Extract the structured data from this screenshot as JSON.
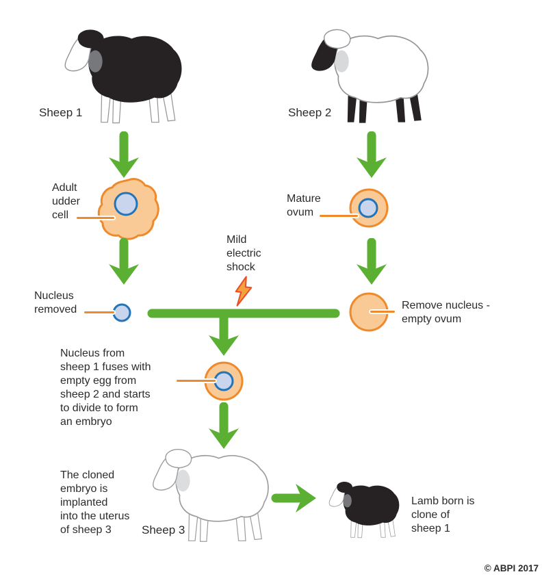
{
  "diagram": {
    "sheep1": {
      "label": "Sheep 1"
    },
    "sheep2": {
      "label": "Sheep 2"
    },
    "sheep3": {
      "label": "Sheep 3"
    },
    "adult_udder_cell": {
      "label": "Adult\nudder\ncell"
    },
    "mature_ovum": {
      "label": "Mature\novum"
    },
    "nucleus_removed": {
      "label": "Nucleus\nremoved"
    },
    "mild_electric_shock": {
      "label": "Mild\nelectric\nshock"
    },
    "empty_ovum": {
      "label": "Remove nucleus -\nempty ovum"
    },
    "fusion": {
      "label": "Nucleus from\nsheep 1 fuses with\nempty egg from\nsheep 2 and starts\nto divide to form\nan embryo"
    },
    "implantation": {
      "label": "The cloned\nembryo is\nimplanted\ninto the uterus\nof sheep 3"
    },
    "lamb": {
      "label": "Lamb born is\nclone of\nsheep 1"
    },
    "copyright": "© ABPI 2017",
    "colors": {
      "arrow_green": "#5BAF32",
      "cell_outline_orange": "#EF8A2C",
      "cell_fill_orange": "#FACA96",
      "nucleus_fill_blue": "#C9D4ED",
      "nucleus_outline_blue": "#2273B8",
      "bolt_outline_red": "#E8502B",
      "bolt_fill_orange": "#F7A13C"
    }
  }
}
